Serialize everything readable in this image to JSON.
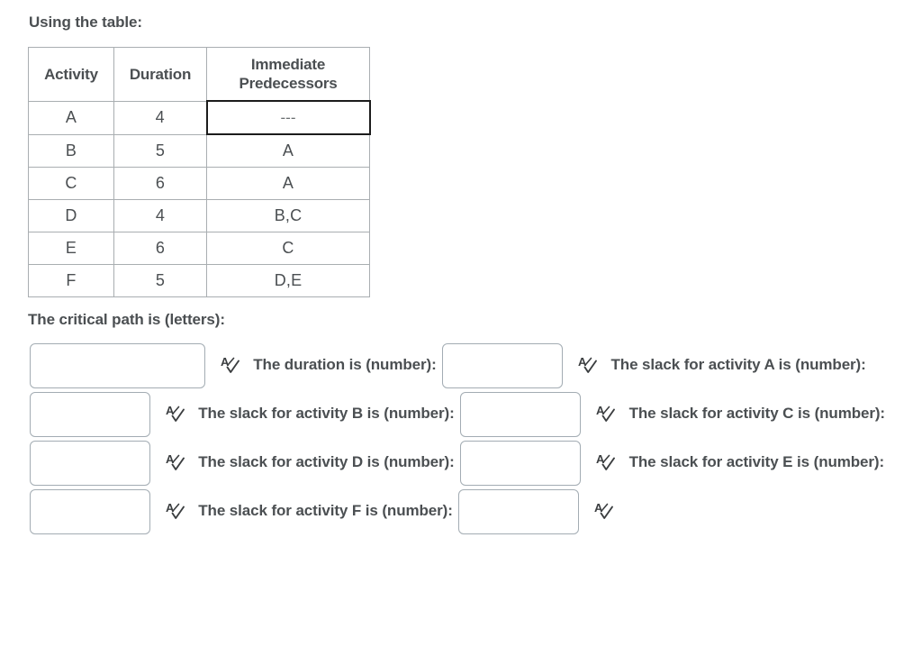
{
  "intro": "Using the table:",
  "table": {
    "headers": [
      "Activity",
      "Duration",
      "Immediate Predecessors"
    ],
    "header_pred_line1": "Immediate",
    "header_pred_line2": "Predecessors",
    "rows": [
      {
        "activity": "A",
        "duration": "4",
        "predecessors": "---",
        "selected": true
      },
      {
        "activity": "B",
        "duration": "5",
        "predecessors": "A",
        "selected": false
      },
      {
        "activity": "C",
        "duration": "6",
        "predecessors": "A",
        "selected": false
      },
      {
        "activity": "D",
        "duration": "4",
        "predecessors": "B,C",
        "selected": false
      },
      {
        "activity": "E",
        "duration": "6",
        "predecessors": "C",
        "selected": false
      },
      {
        "activity": "F",
        "duration": "5",
        "predecessors": "D,E",
        "selected": false
      }
    ]
  },
  "question": {
    "lead": "The critical path is (letters):",
    "prompts": {
      "duration": "The duration is (number):",
      "slack_a": "The slack for activity A is (number):",
      "slack_b": "The slack for activity B is (number):",
      "slack_c": "The slack for activity C is (number):",
      "slack_d": "The slack for activity D is (number):",
      "slack_e": "The slack for activity E is (number):",
      "slack_f": "The slack for activity F is (number):"
    },
    "blanks": [
      {
        "name": "critical-path",
        "value": "",
        "placeholder": ""
      },
      {
        "name": "duration",
        "value": "",
        "placeholder": ""
      },
      {
        "name": "slack-a",
        "value": "",
        "placeholder": ""
      },
      {
        "name": "slack-b",
        "value": "",
        "placeholder": ""
      },
      {
        "name": "slack-c",
        "value": "",
        "placeholder": ""
      },
      {
        "name": "slack-d",
        "value": "",
        "placeholder": ""
      },
      {
        "name": "slack-e",
        "value": "",
        "placeholder": ""
      },
      {
        "name": "slack-f",
        "value": "",
        "placeholder": ""
      }
    ],
    "icon_name": "spellcheck-icon"
  },
  "colors": {
    "text": "#4b4f52",
    "table_border": "#a9aeb1",
    "selected_cell_border": "#1c1c1c",
    "input_border": "#a3acb3",
    "background": "#ffffff"
  }
}
